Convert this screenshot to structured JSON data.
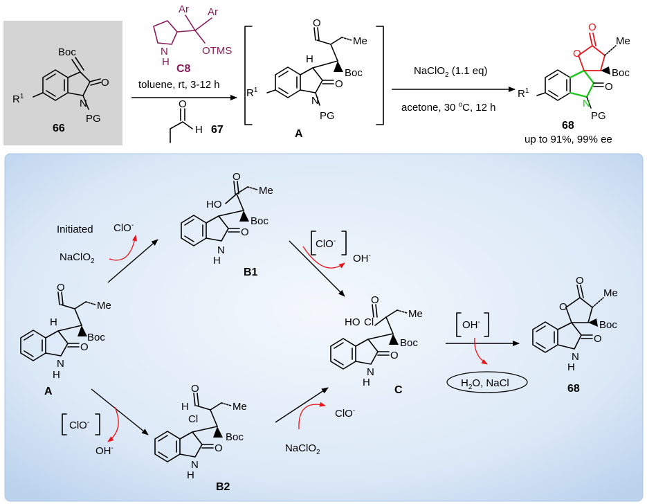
{
  "top": {
    "start_label": "66",
    "start_boc": "Boc",
    "start_o": "O",
    "start_r": "R",
    "start_r_sup": "1",
    "start_n": "N",
    "start_pg": "PG",
    "cat_ar1": "Ar",
    "cat_ar2": "Ar",
    "cat_n": "N",
    "cat_h": "H",
    "cat_otms": "OTMS",
    "cat_label": "C8",
    "cond1": "toluene, rt, 3-12 h",
    "ald_o": "O",
    "ald_h": "H",
    "ald_label": "67",
    "int_label": "A",
    "int_o_ald": "O",
    "int_h": "H",
    "int_me": "Me",
    "int_boc": "Boc",
    "int_o": "O",
    "int_r": "R",
    "int_r_sup": "1",
    "int_n": "N",
    "int_pg": "PG",
    "cond2_reagent": "NaClO",
    "cond2_reagent_sub": "2",
    "cond2_reagent_tail": " (1.1 eq)",
    "cond2_solvent": "acetone, 30 ",
    "cond2_deg": "o",
    "cond2_solvent_tail": "C, 12 h",
    "prod_o_lac": "O",
    "prod_o_ring": "O",
    "prod_me": "Me",
    "prod_boc": "Boc",
    "prod_o": "O",
    "prod_r": "R",
    "prod_r_sup": "1",
    "prod_n": "N",
    "prod_pg": "PG",
    "prod_label": "68",
    "prod_yield": "up to 91%, 99% ee"
  },
  "mech": {
    "initiated": "Initiated",
    "clo": "ClO",
    "minus": "-",
    "naclo2": "NaClO",
    "sub2": "2",
    "oh": "OH",
    "A_label": "A",
    "B1_label": "B1",
    "B2_label": "B2",
    "C_label": "C",
    "P_label": "68",
    "me": "Me",
    "boc": "Boc",
    "o": "O",
    "h": "H",
    "ho": "HO",
    "cl": "Cl",
    "nh_n": "N",
    "nh_h": "H",
    "byproduct": "H",
    "byproduct_sub": "2",
    "byproduct_tail": "O, NaCl"
  },
  "colors": {
    "red": "#e8141c",
    "green": "#1ec81e",
    "purple": "#8a1c5a",
    "gray_box": "#d4d4d4",
    "blue_panel": "#cfe0f3"
  }
}
